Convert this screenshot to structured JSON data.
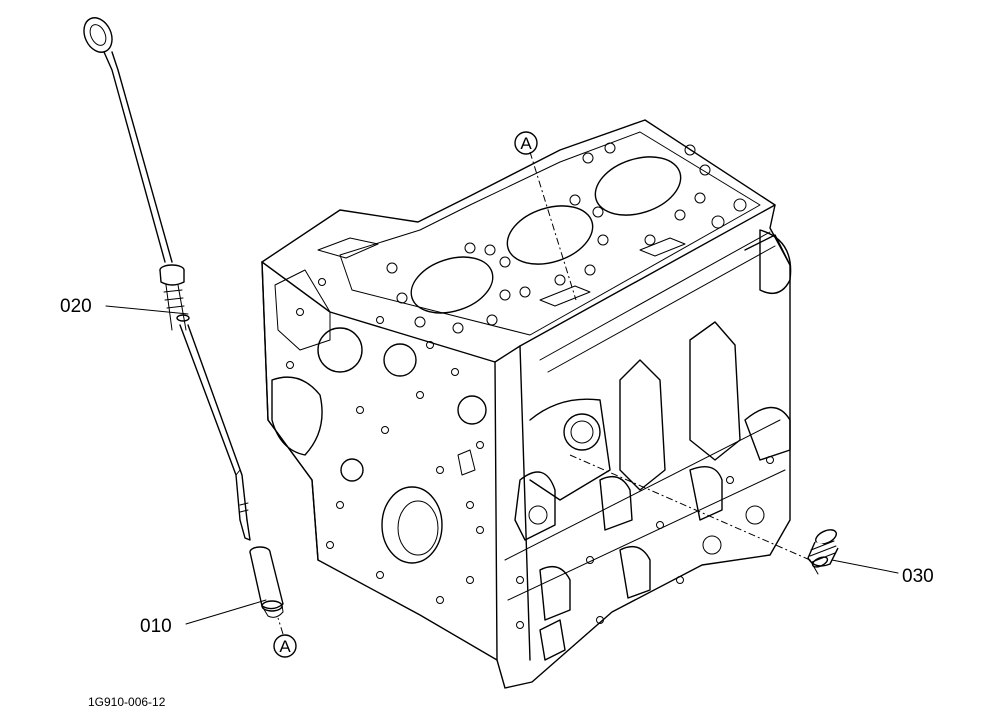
{
  "parts": [
    {
      "id": "part-010",
      "label": "010"
    },
    {
      "id": "part-020",
      "label": "020"
    },
    {
      "id": "part-030",
      "label": "030"
    }
  ],
  "references": {
    "top": "A",
    "bottom": "A"
  },
  "figure_code": "1G910-006-12",
  "colors": {
    "line": "#000000",
    "background": "#ffffff"
  }
}
